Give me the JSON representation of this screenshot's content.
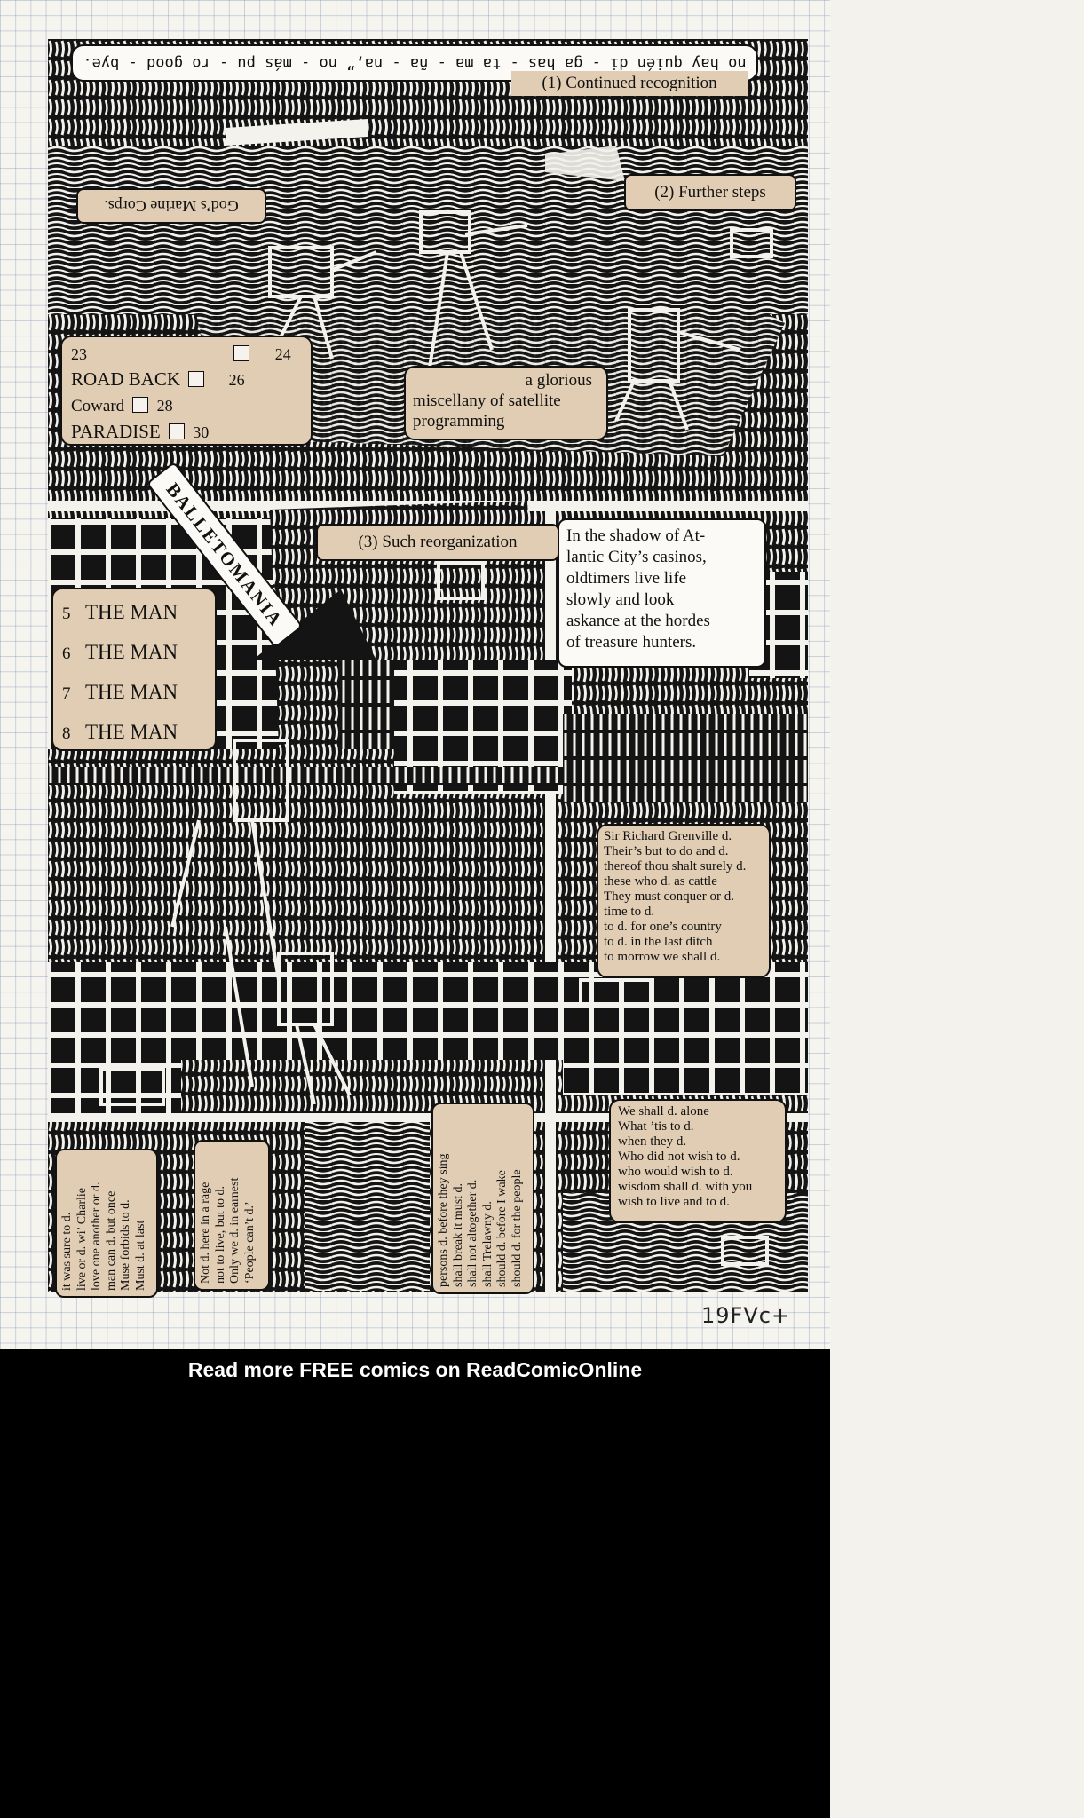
{
  "captions": {
    "top_song": "no hay quién di - ga has - ta ma - ña - na,” no - más pu - ro good - bye.",
    "step1": "(1) Continued recognition",
    "step2": "(2) Further steps",
    "marine": "God’s Marine Corps.",
    "satellite": [
      "a glorious",
      "miscellany of satellite",
      "programming"
    ],
    "step3": "(3) Such reorganization",
    "balletomania": "BALLETOMANIA",
    "atlantic": [
      "In the shadow of At-",
      "lantic City’s casinos,",
      "oldtimers live life",
      "slowly and look",
      "askance at the hordes",
      "of treasure hunters."
    ]
  },
  "index_box": {
    "row1_left": "23",
    "row1_right": "24",
    "row2_label": "ROAD BACK",
    "row2_right": "26",
    "row3_label": "Coward",
    "row3_right": "28",
    "row4_label": "PARADISE",
    "row4_right": "30"
  },
  "man_box": [
    {
      "num": "5",
      "label": "THE MAN"
    },
    {
      "num": "6",
      "label": "THE MAN"
    },
    {
      "num": "7",
      "label": "THE MAN"
    },
    {
      "num": "8",
      "label": "THE MAN"
    }
  ],
  "death_quotes": {
    "grenville": [
      "Sir Richard Grenville d.",
      "Their’s but to do and d.",
      "thereof thou shalt surely d.",
      "these who d. as cattle",
      "They must conquer or d.",
      "time to d.",
      "to d. for one’s country",
      "to d. in the last ditch",
      "to morrow we shall d."
    ],
    "alone": [
      "We shall d. alone",
      "What ’tis to d.",
      "when they d.",
      "Who did not wish to d.",
      "who would wish to d.",
      "wisdom shall d. with you",
      "wish to live and to d."
    ],
    "sure": [
      "it was sure to d.",
      "live or d. wi’ Charlie",
      "love one another or d.",
      "man can d. but once",
      "Muse forbids to d.",
      "Must d. at last"
    ],
    "rage": [
      "Not d. here in a rage",
      "not to live, but to d.",
      "Only we d. in earnest",
      "‘People can’t d.’"
    ],
    "persons": [
      "persons d. before they sing",
      "shall break it must d.",
      "shall not altogether d.",
      "shall Trelawny d.",
      "should d. before I wake",
      "should d. for the people"
    ]
  },
  "signature": "19FⅤc+",
  "banner": "Read more FREE comics on ReadComicOnline",
  "colors": {
    "ink": "#141414",
    "paper": "#f5f4ef",
    "clipping_tan": "#e1cdb3",
    "banner_bg": "#000000"
  }
}
